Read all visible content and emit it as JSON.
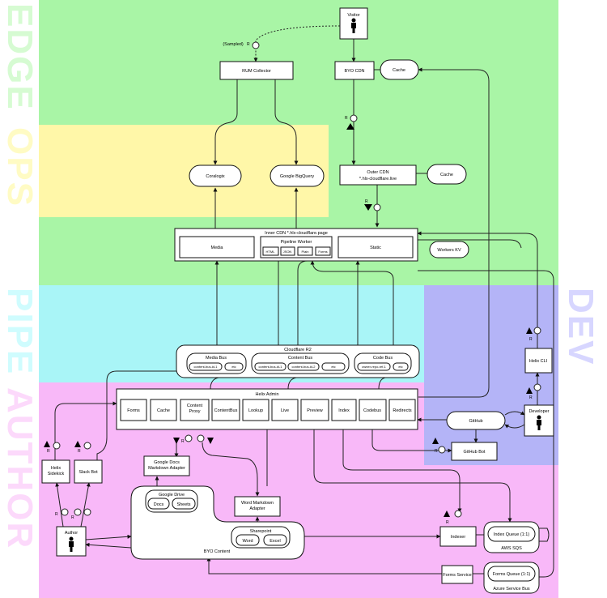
{
  "zones": {
    "edge": "EDGE",
    "ops": "OPS",
    "pipe": "PIPE",
    "author": "AUTHOR",
    "dev": "DEV"
  },
  "colors": {
    "edge": "#a9f5a6",
    "ops": "#fff7a8",
    "pipe": "#a9f5f7",
    "author": "#f8b8f8",
    "dev": "#b4b4f7",
    "edge_text": "#d6fbd2",
    "ops_text": "#fffbc4",
    "pipe_text": "#cffcfe",
    "author_text": "#fcd9fb",
    "dev_text": "#d7d6ff"
  },
  "nodes": {
    "visitor": "Visitor",
    "sampled": "(Sampled)",
    "rum_collector": "RUM Collector",
    "byo_cdn": "BYO CDN",
    "cache_top": "Cache",
    "coralogix": "Coralogix",
    "google_bigquery": "Google BigQuery",
    "outer_cdn": "Outer CDN",
    "outer_cdn_domain": "*.hlx-cloudflare.live",
    "cache_outer": "Cache",
    "inner_cdn": "Inner CDN *.hlx-cloudflare.page",
    "media": "Media",
    "pipeline_worker": "Pipeline Worker",
    "pw_html": "HTML",
    "pw_json": "JSON",
    "pw_plain": "Plain",
    "pw_forms": "Forms",
    "static": "Static",
    "workers_kv": "Workers KV",
    "cloudflare_r2": "Cloudflare R2",
    "media_bus": "Media Bus",
    "content_bus": "Content Bus",
    "code_bus": "Code Bus",
    "media_bucket": "content-bus-id-1",
    "content_bucket_1": "content-bus-id-1",
    "content_bucket_2": "content-bus-id-2",
    "code_bucket": "owner-repo-ref-1",
    "etc": "etc",
    "helix_cli": "Helix CLI",
    "helix_admin": "Helix Admin",
    "admin_forms": "Forms",
    "admin_cache": "Cache",
    "admin_content_proxy": "Content Proxy",
    "admin_contentbus": "ContentBus",
    "admin_lookup": "Lookup",
    "admin_live": "Live",
    "admin_preview": "Preview",
    "admin_index": "Index",
    "admin_codebus": "Codebus",
    "admin_redirects": "Redirects",
    "github": "GitHub",
    "developer": "Developer",
    "github_bot": "GitHub Bot",
    "helix_sidekick": "Helix Sidekick",
    "slack_bot": "Slack Bot",
    "gdocs_adapter": "Google Docs Markdown Adapter",
    "google_drive": "Google Drive",
    "docs": "Docs",
    "sheets": "Sheets",
    "word_adapter": "Word Markdown Adapter",
    "sharepoint": "Sharepoint",
    "word": "Word",
    "excel": "Excel",
    "byo_content": "BYO Content",
    "author": "Author",
    "indexer": "Indexer",
    "index_queue": "Index Queue (1:1)",
    "aws_sqs": "AWS SQS",
    "forms_service": "Forms Service",
    "forms_queue": "Forms Queue (1:1)",
    "azure_service_bus": "Azure Service Bus",
    "r": "R"
  }
}
